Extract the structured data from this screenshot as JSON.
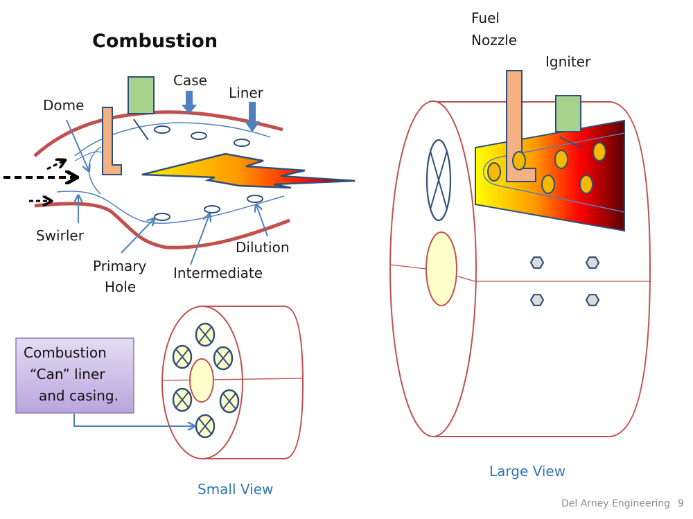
{
  "title": "Combustion",
  "side_view": {
    "labels": {
      "case": "Case",
      "liner": "Liner",
      "dome": "Dome",
      "swirler": "Swirler",
      "primary_hole_line1": "Primary",
      "primary_hole_line2": "Hole",
      "intermediate": "Intermediate",
      "dilution": "Dilution"
    }
  },
  "callout": {
    "line1": "Combustion",
    "line2": "“Can” liner",
    "line3": "and casing."
  },
  "small_view": {
    "caption": "Small View"
  },
  "large_view": {
    "caption": "Large View",
    "fuel_nozzle_line1": "Fuel",
    "fuel_nozzle_line2": "Nozzle",
    "igniter": "Igniter"
  },
  "footer": {
    "text": "Del Arney Engineering",
    "page_number": "9"
  },
  "colors": {
    "case_red": "#c0504d",
    "liner_blue": "#4f81bd",
    "outline_navy": "#2f4f7a",
    "nozzle_fill": "#f4b183",
    "igniter_fill": "#a9d18e",
    "hole_fill": "#ffffcc",
    "caption_blue": "#2e75b6",
    "callout_fill": "#c9b8e8"
  }
}
